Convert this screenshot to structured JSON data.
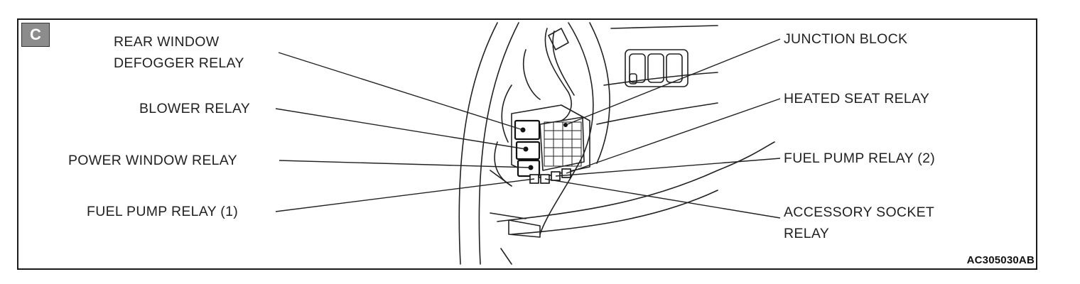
{
  "badge": "C",
  "labels": {
    "rear_window_defogger_relay": "REAR WINDOW\nDEFOGGER RELAY",
    "blower_relay": "BLOWER RELAY",
    "power_window_relay": "POWER WINDOW RELAY",
    "fuel_pump_relay_1": "FUEL PUMP RELAY (1)",
    "junction_block": "JUNCTION BLOCK",
    "heated_seat_relay": "HEATED SEAT RELAY",
    "fuel_pump_relay_2": "FUEL PUMP RELAY (2)",
    "accessory_socket_relay": "ACCESSORY SOCKET\nRELAY"
  },
  "figure_code": "AC305030AB"
}
